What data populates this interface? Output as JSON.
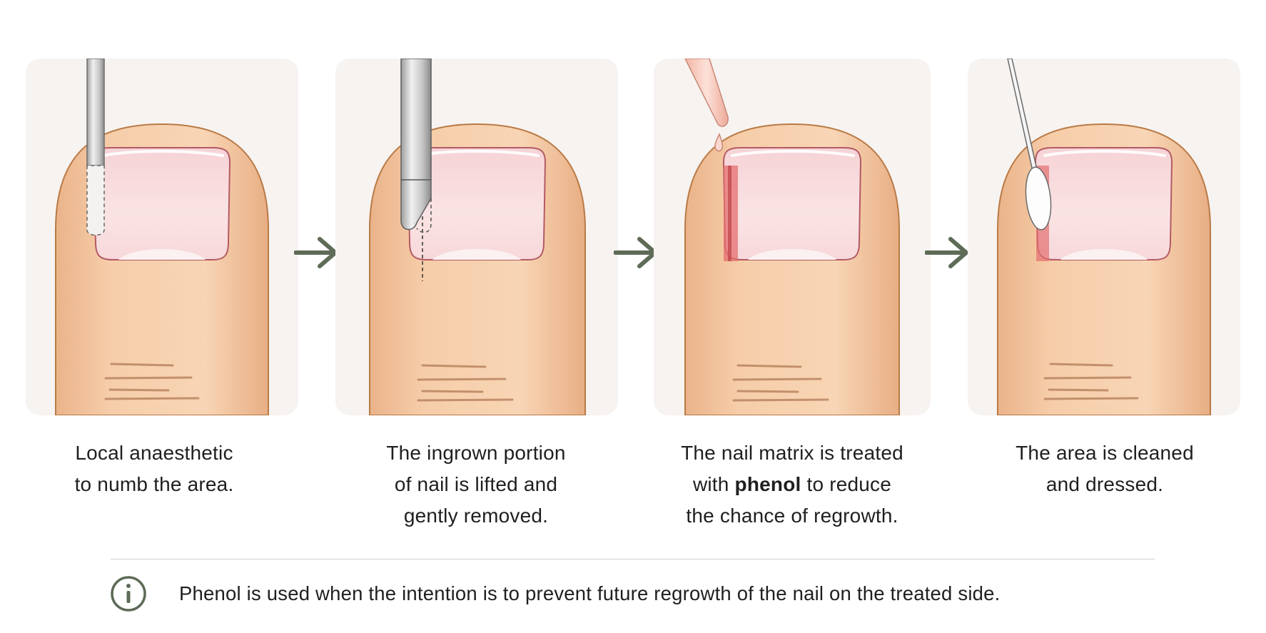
{
  "steps": [
    {
      "caption": {
        "line1": "Local anaesthetic",
        "line2": "to numb the area."
      },
      "icon": "needle-icon"
    },
    {
      "caption": {
        "line1": "The ingrown portion",
        "line2": "of nail is lifted and",
        "line3": "gently removed."
      },
      "icon": "elevator-tool-icon"
    },
    {
      "caption": {
        "line1": "The nail matrix is treated",
        "line2_before": "with ",
        "line2_bold": "phenol",
        "line2_after": " to reduce",
        "line3": "the chance of regrowth."
      },
      "icon": "dropper-icon"
    },
    {
      "caption": {
        "line1": "The area is cleaned",
        "line2": "and dressed."
      },
      "icon": "cotton-swab-icon"
    }
  ],
  "arrow_icon": "arrow-right-icon",
  "footer": {
    "icon": "info-icon",
    "note": "Phenol is used when the intention is to prevent future regrowth of the nail on the treated side."
  },
  "colors": {
    "panel_bg": "#f7f3f1",
    "skin": "#f4c9a3",
    "skin_outline": "#b97a45",
    "nail": "#f8dde0",
    "nail_outline": "#c9707a",
    "phenol_red": "#e46d6f",
    "arrow": "#5d6b57",
    "info": "#5d6b57"
  }
}
